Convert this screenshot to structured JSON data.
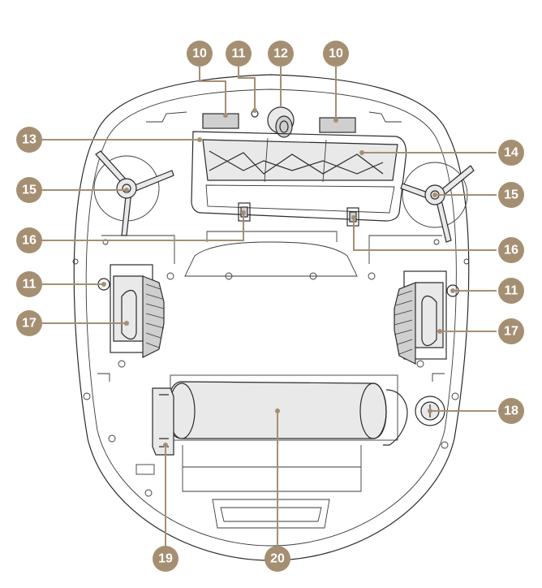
{
  "callouts": {
    "c10a": "10",
    "c11a": "11",
    "c12": "12",
    "c10b": "10",
    "c13": "13",
    "c14": "14",
    "c15a": "15",
    "c15b": "15",
    "c16a": "16",
    "c16b": "16",
    "c11b": "11",
    "c11c": "11",
    "c17a": "17",
    "c17b": "17",
    "c18": "18",
    "c19": "19",
    "c20": "20"
  },
  "colors": {
    "callout_accent": "#a58f73",
    "line_art": "#2b2b2b",
    "part_fill": "#e9e9e9"
  },
  "icons": {
    "robot_body": "robot-vacuum-underside-outline",
    "side_brush": "three-arm-side-brush-icon",
    "drive_wheel": "treaded-drive-wheel-icon",
    "caster": "caster-wheel-icon",
    "roller": "cylindrical-main-roller-icon"
  }
}
